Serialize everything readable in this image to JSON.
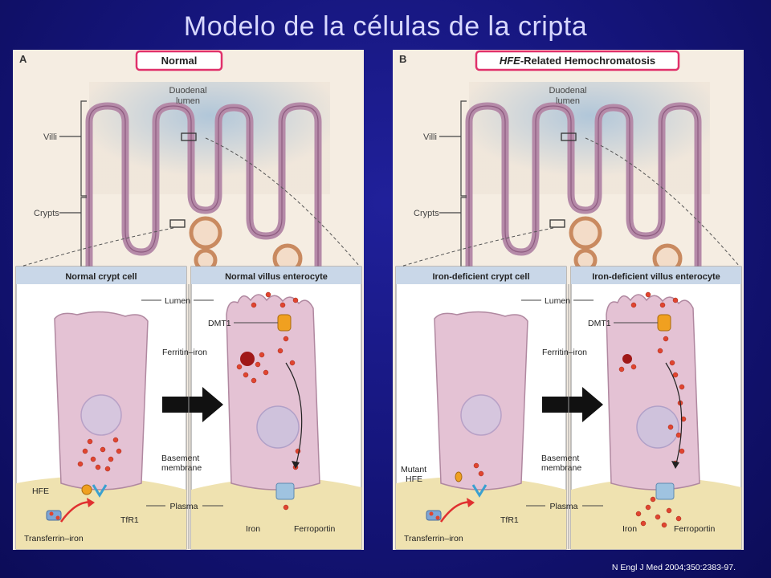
{
  "slide": {
    "title": "Modelo de la células de la cripta",
    "citation": "N Engl J Med 2004;350:2383-97."
  },
  "panels": [
    {
      "letter": "A",
      "heading": "Normal",
      "heading_italic": "",
      "lumen_label": [
        "Duodenal",
        "lumen"
      ],
      "villi_label": "Villi",
      "crypts_label": "Crypts",
      "crypt_cell_header": "Normal crypt cell",
      "enterocyte_header": "Normal villus enterocyte",
      "lumen": "Lumen",
      "dmt1": "DMT1",
      "ferritin_iron": "Ferritin–iron",
      "basement_membrane": [
        "Basement",
        "membrane"
      ],
      "hfe": [
        "HFE"
      ],
      "tfr1": "TfR1",
      "plasma": "Plasma",
      "iron": "Iron",
      "ferroportin": "Ferroportin",
      "transferrin_iron": "Transferrin–iron"
    },
    {
      "letter": "B",
      "heading": "-Related Hemochromatosis",
      "heading_italic": "HFE",
      "lumen_label": [
        "Duodenal",
        "lumen"
      ],
      "villi_label": "Villi",
      "crypts_label": "Crypts",
      "crypt_cell_header": "Iron-deficient crypt cell",
      "enterocyte_header": "Iron-deficient villus enterocyte",
      "lumen": "Lumen",
      "dmt1": "DMT1",
      "ferritin_iron": "Ferritin–iron",
      "basement_membrane": [
        "Basement",
        "membrane"
      ],
      "hfe": [
        "Mutant",
        "HFE"
      ],
      "tfr1": "TfR1",
      "plasma": "Plasma",
      "iron": "Iron",
      "ferroportin": "Ferroportin",
      "transferrin_iron": "Transferrin–iron"
    }
  ]
}
